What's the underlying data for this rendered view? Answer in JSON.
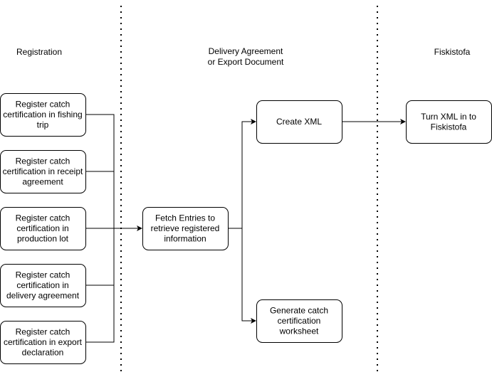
{
  "lanes": {
    "registration": "Registration",
    "delivery_line1": "Delivery Agreement",
    "delivery_line2": "or Export Document",
    "fiskistofa": "Fiskistofa"
  },
  "registration_boxes": [
    [
      "Register catch",
      "certification in fishing",
      "trip"
    ],
    [
      "Register catch",
      "certification in receipt",
      "agreement"
    ],
    [
      "Register catch",
      "certification in",
      "production lot"
    ],
    [
      "Register catch",
      "certification in",
      "delivery agreement"
    ],
    [
      "Register catch",
      "certification in export",
      "declaration"
    ]
  ],
  "fetch_box": [
    "Fetch Entries to",
    "retrieve registered",
    "information"
  ],
  "create_xml": [
    "Create XML"
  ],
  "generate_box": [
    "Generate catch",
    "certification",
    "worksheet"
  ],
  "turn_in_box": [
    "Turn XML in to",
    "Fiskistofa"
  ]
}
